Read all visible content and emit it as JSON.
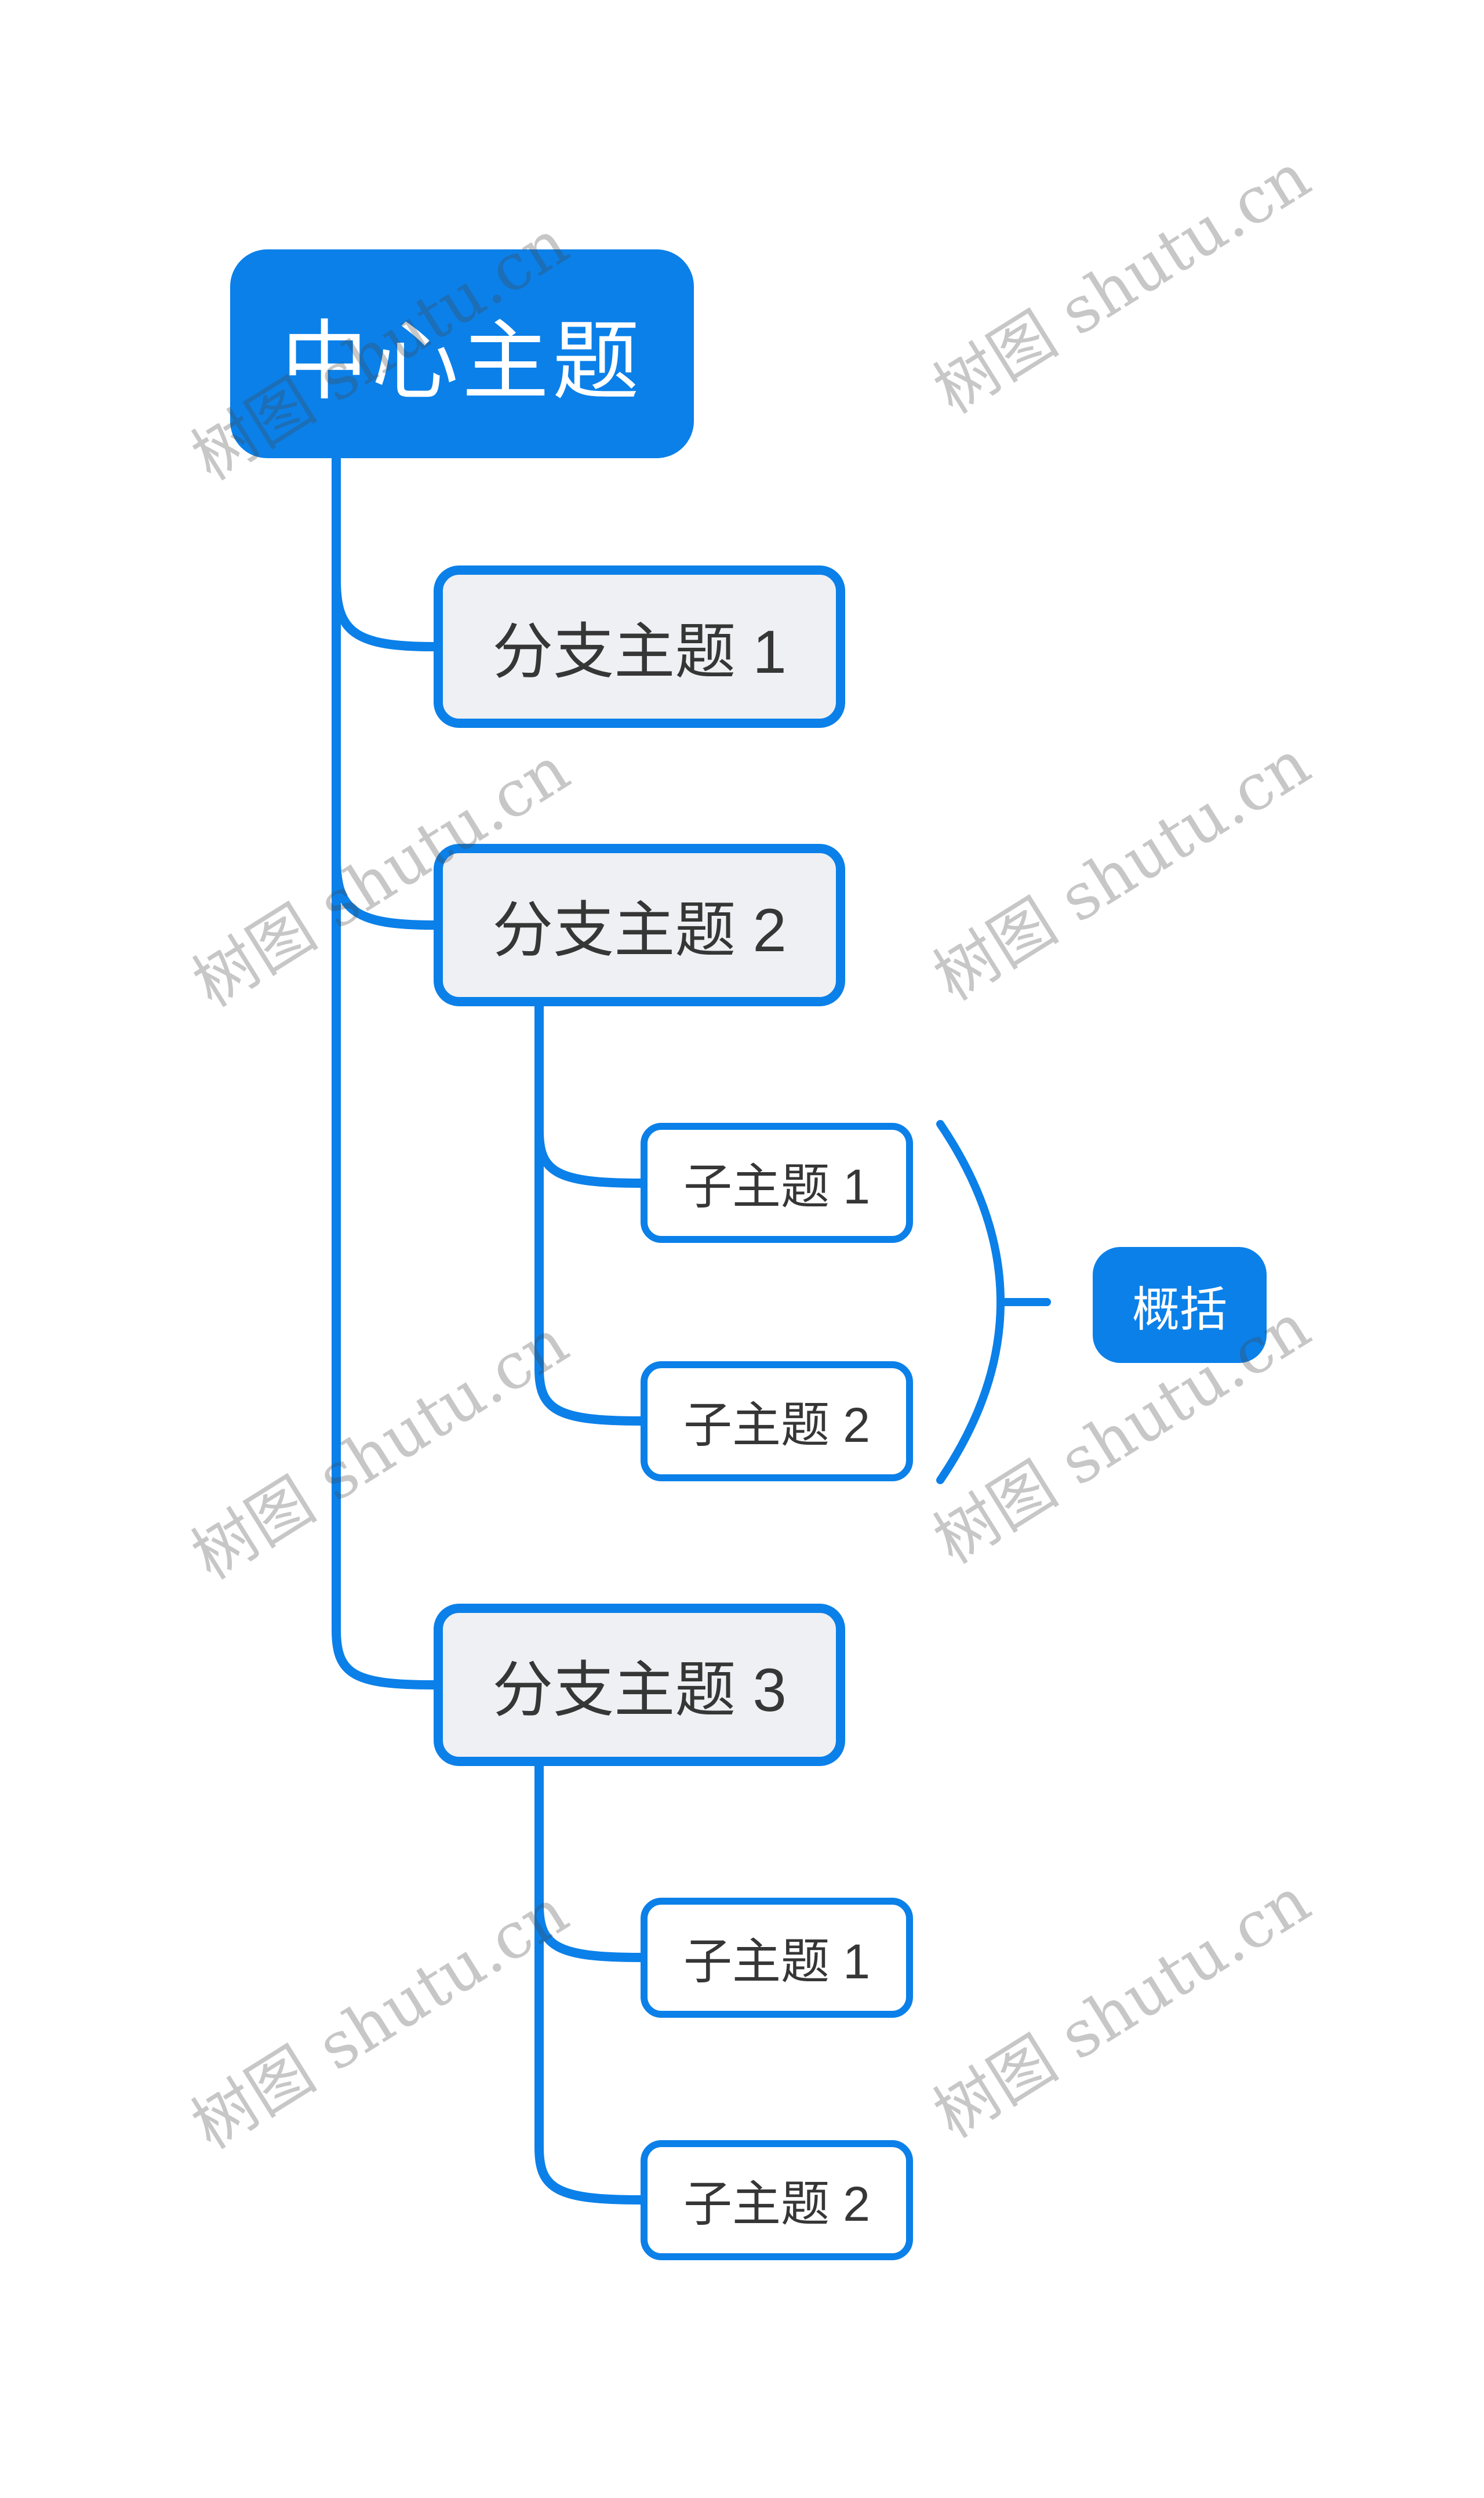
{
  "diagram": {
    "type": "mindmap",
    "central": {
      "label": "中心主题"
    },
    "branches": [
      {
        "label": "分支主题 1",
        "subtopics": []
      },
      {
        "label": "分支主题 2",
        "subtopics": [
          {
            "label": "子主题 1"
          },
          {
            "label": "子主题 2"
          }
        ]
      },
      {
        "label": "分支主题 3",
        "subtopics": [
          {
            "label": "子主题 1"
          },
          {
            "label": "子主题 2"
          }
        ]
      }
    ],
    "summary": {
      "label": "概括"
    }
  },
  "watermark": {
    "text": "树图 shutu.cn"
  },
  "colors": {
    "primary_blue": "#0B80E9",
    "branch_fill": "#EEF0F3",
    "subtopic_fill": "#FFFFFF",
    "text_dark": "#363636",
    "text_light": "#FFFFFF",
    "watermark": "rgba(68,68,68,0.30)",
    "background": "#FFFFFF"
  }
}
